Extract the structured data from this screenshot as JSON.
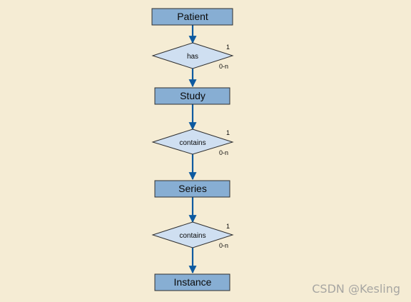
{
  "colors": {
    "background": "#f5ecd4",
    "entity_fill": "#87aed3",
    "relationship_fill": "#cfdff1",
    "connector": "#0d5aa0",
    "outline": "#2f2f2f"
  },
  "entities": [
    {
      "label": "Patient"
    },
    {
      "label": "Study"
    },
    {
      "label": "Series"
    },
    {
      "label": "Instance"
    }
  ],
  "relationships": [
    {
      "label": "has",
      "card_top": "1",
      "card_bottom": "0-n"
    },
    {
      "label": "contains",
      "card_top": "1",
      "card_bottom": "0-n"
    },
    {
      "label": "contains",
      "card_top": "1",
      "card_bottom": "0-n"
    }
  ],
  "watermark": "CSDN @Kesling"
}
